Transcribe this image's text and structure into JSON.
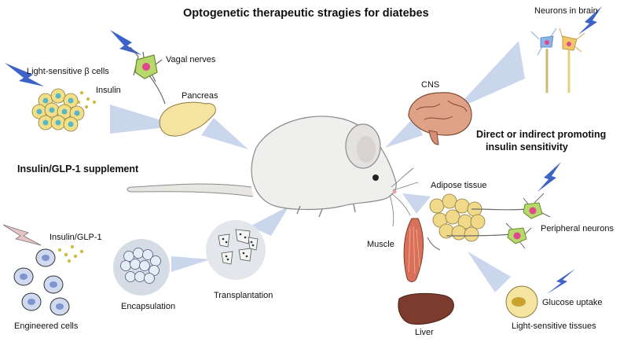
{
  "title": "Optogenetic therapeutic stragies for diatebes",
  "labels": {
    "light_sensitive_beta_cells": "Light-sensitive β cells",
    "insulin": "Insulin",
    "vagal_nerves": "Vagal nerves",
    "pancreas": "Pancreas",
    "insulin_glp1_supplement": "Insulin/GLP-1 supplement",
    "insulin_glp1": "Insulin/GLP-1",
    "engineered_cells": "Engineered cells",
    "encapsulation": "Encapsulation",
    "transplantation": "Transplantation",
    "cns": "CNS",
    "neurons_in_brain": "Neurons in brain",
    "direct_indirect_line1": "Direct or indirect promoting",
    "direct_indirect_line2": "insulin sensitivity",
    "adipose_tissue": "Adipose tissue",
    "peripheral_neurons": "Peripheral neurons",
    "muscle": "Muscle",
    "liver": "Liver",
    "glucose_uptake": "Glucose uptake",
    "light_sensitive_tissues": "Light-sensitive tissues"
  },
  "colors": {
    "light_bolt": "#3d63c8",
    "arrow_fill": "#c9d6ec",
    "beta_cell": "#f3df86",
    "beta_nucleus": "#56b7c9",
    "dots": "#c9bd4d",
    "pancreas": "#f4e3a1",
    "neuron_body": "#b7d86a",
    "neuron_nucleus": "#e0478c",
    "brain": "#e0a287",
    "muscle": "#d9705a",
    "liver": "#7d3b2e",
    "engineered_cell": "#cfd9ef",
    "engineered_nucleus": "#7e95cf"
  }
}
